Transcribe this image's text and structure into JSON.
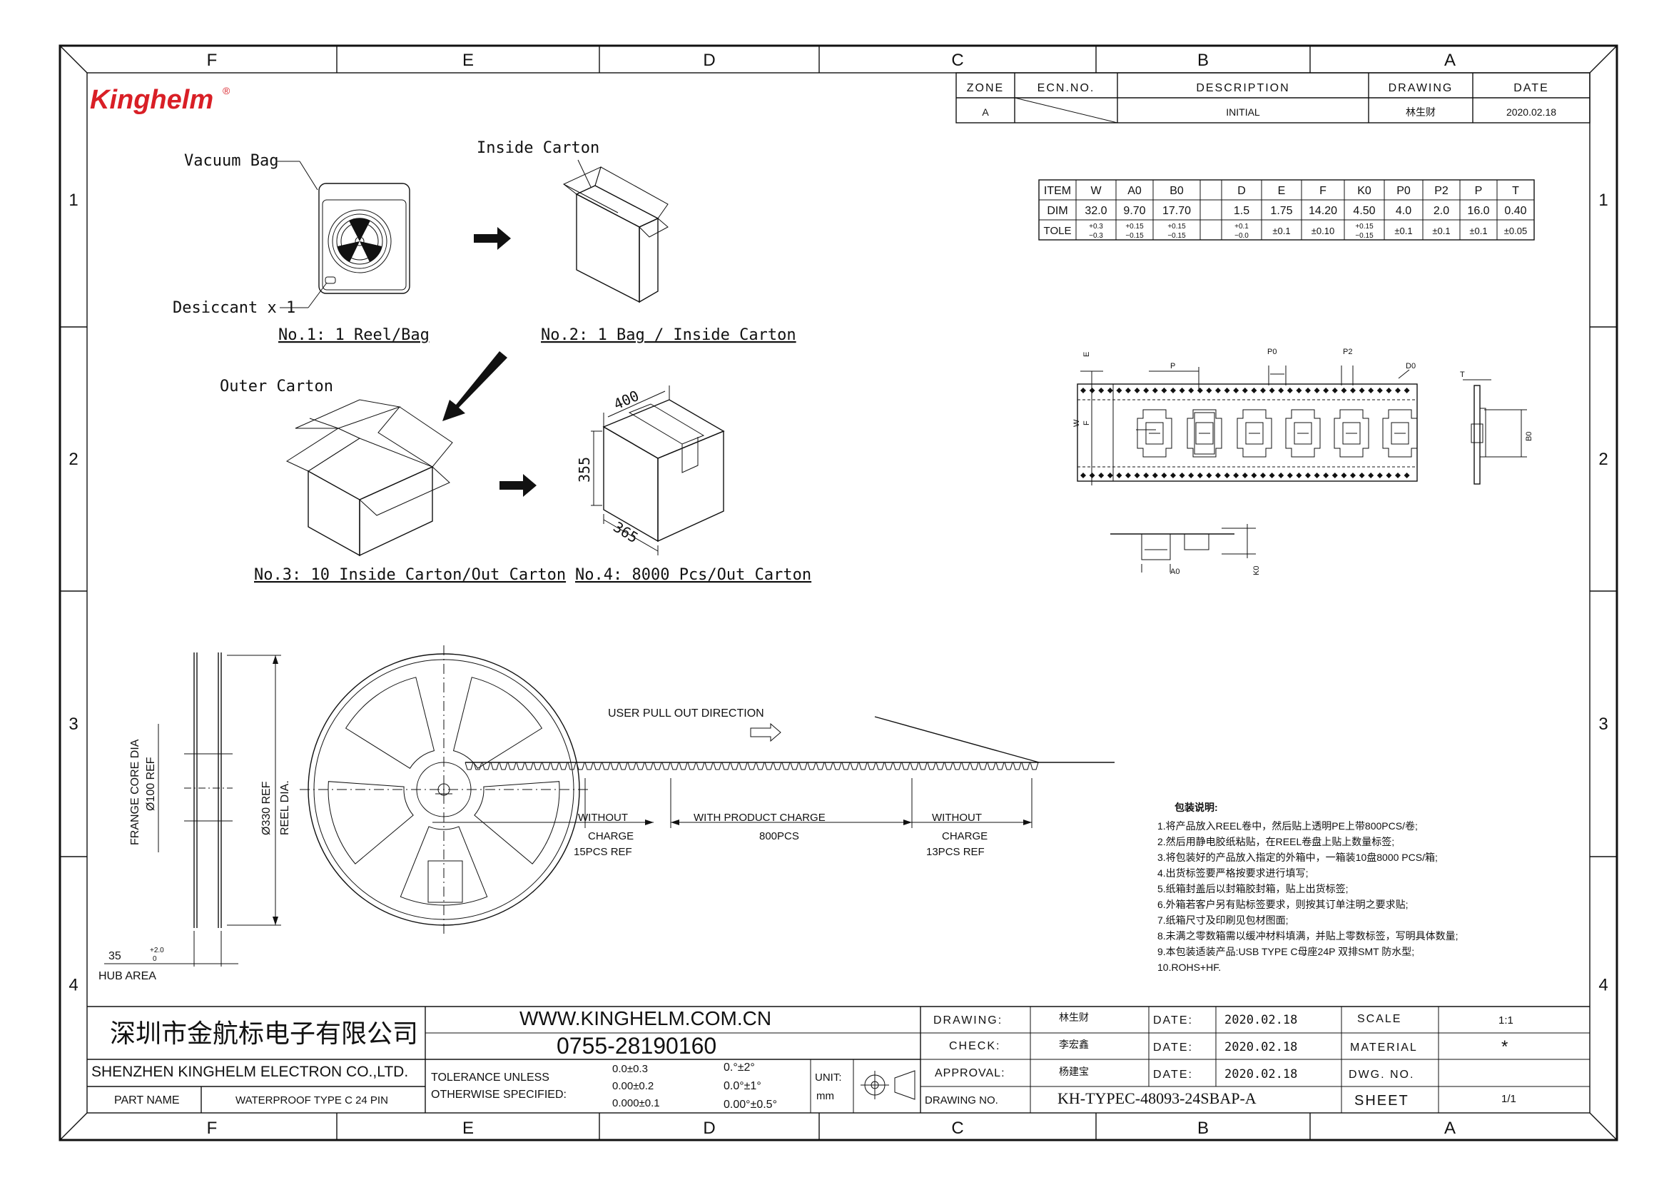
{
  "brand": {
    "logo_text": "Kinghelm",
    "registered": "®"
  },
  "frame": {
    "columns": [
      "F",
      "E",
      "D",
      "C",
      "B",
      "A"
    ],
    "rows": [
      "1",
      "2",
      "3",
      "4"
    ]
  },
  "revision": {
    "headers": [
      "ZONE",
      "ECN.NO.",
      "DESCRIPTION",
      "DRAWING",
      "DATE"
    ],
    "row": [
      "A",
      "",
      "INITIAL",
      "林生财",
      "2020.02.18"
    ]
  },
  "dim_table": {
    "row1": [
      "ITEM",
      "W",
      "A0",
      "B0",
      "",
      "D",
      "E",
      "F",
      "K0",
      "P0",
      "P2",
      "P",
      "T"
    ],
    "row2": [
      "DIM",
      "32.0",
      "9.70",
      "17.70",
      "",
      "1.5",
      "1.75",
      "14.20",
      "4.50",
      "4.0",
      "2.0",
      "16.0",
      "0.40"
    ],
    "row3": [
      [
        "TOLE"
      ],
      [
        "+0.3",
        "−0.3"
      ],
      [
        "+0.15",
        "−0.15"
      ],
      [
        "+0.15",
        "−0.15"
      ],
      [
        ""
      ],
      [
        "+0.1",
        "−0.0"
      ],
      [
        "±0.1"
      ],
      [
        "±0.10"
      ],
      [
        "+0.15",
        "−0.15"
      ],
      [
        "±0.1"
      ],
      [
        "±0.1"
      ],
      [
        "±0.1"
      ],
      [
        "±0.05"
      ]
    ]
  },
  "packaging": {
    "vacuum_bag": "Vacuum Bag",
    "desiccant": "Desiccant x 1",
    "step1": "No.1: 1 Reel/Bag",
    "inside_carton": "Inside Carton",
    "step2": "No.2: 1 Bag / Inside Carton",
    "outer_carton": "Outer Carton",
    "step3": "No.3: 10 Inside Carton/Out Carton",
    "step4": "No.4: 8000 Pcs/Out Carton",
    "box_dims": [
      "400",
      "355",
      "365"
    ]
  },
  "tape_labels": {
    "p": "P",
    "p0": "P0",
    "p2": "P2",
    "d0": "D0",
    "t": "T",
    "b0": "B0",
    "a0": "A0",
    "k0": "K0",
    "e": "E",
    "f": "F",
    "w": "W"
  },
  "reel": {
    "pull_direction": "USER PULL OUT DIRECTION",
    "core_dia_label": "FRANGE CORE DIA",
    "core_dia_value": "Ø100 REF",
    "reel_dia_value": "Ø330 REF",
    "reel_dia_label": "REEL DIA.",
    "hub_value": "35",
    "hub_tol_plus": "+2.0",
    "hub_tol_minus": "0",
    "hub_area": "HUB AREA",
    "seg1_a": "WITHOUT",
    "seg1_b": "CHARGE",
    "seg1_c": "15PCS REF",
    "seg2_a": "WITH PRODUCT CHARGE",
    "seg2_b": "800PCS",
    "seg3_a": "WITHOUT",
    "seg3_b": "CHARGE",
    "seg3_c": "13PCS REF"
  },
  "notes": {
    "title": "包装说明:",
    "items": [
      "1.将产品放入REEL卷中，然后贴上透明PE上带800PCS/卷;",
      "2.然后用静电胶纸粘贴，在REEL卷盘上贴上数量标签;",
      "3.将包装好的产品放入指定的外箱中，一箱装10盘8000 PCS/箱;",
      "4.出货标签要严格按要求进行填写;",
      "5.纸箱封盖后以封箱胶封箱，贴上出货标签;",
      "6.外箱若客户另有贴标签要求，则按其订单注明之要求贴;",
      "7.纸箱尺寸及印刷见包材图面;",
      "8.未满之零数箱需以缓冲材料填满，并贴上零数标签，写明具体数量;",
      "9.本包装适装产品:USB TYPE C母座24P 双排SMT 防水型;",
      "10.ROHS+HF."
    ]
  },
  "title_block": {
    "company_cn": "深圳市金航标电子有限公司",
    "website": "WWW.KINGHELM.COM.CN",
    "phone": "0755-28190160",
    "company_en": "SHENZHEN KINGHELM ELECTRON CO.,LTD.",
    "part_name_label": "PART NAME",
    "part_name": "WATERPROOF TYPE C 24 PIN",
    "tolerance_l1": "TOLERANCE UNLESS",
    "tolerance_l2": "OTHERWISE SPECIFIED:",
    "tol_lin": [
      "0.0±0.3",
      "0.00±0.2",
      "0.000±0.1"
    ],
    "tol_ang": [
      "0.°±2°",
      "0.0°±1°",
      "0.00°±0.5°"
    ],
    "unit_label": "UNIT:",
    "unit_value": "mm",
    "drawing_label": "DRAWING:",
    "drawing_name": "林生财",
    "check_label": "CHECK:",
    "check_name": "李宏鑫",
    "approval_label": "APPROVAL:",
    "approval_name": "杨建宝",
    "date_label": "DATE:",
    "date1": "2020.02.18",
    "date2": "2020.02.18",
    "date3": "2020.02.18",
    "scale_label": "SCALE",
    "scale_value": "1:1",
    "material_label": "MATERIAL",
    "material_value": "*",
    "dwg_no_label": "DWG. NO.",
    "drawing_no_label": "DRAWING NO.",
    "drawing_no": "KH-TYPEC-48093-24SBAP-A",
    "sheet_label": "SHEET",
    "sheet_value": "1/1"
  }
}
